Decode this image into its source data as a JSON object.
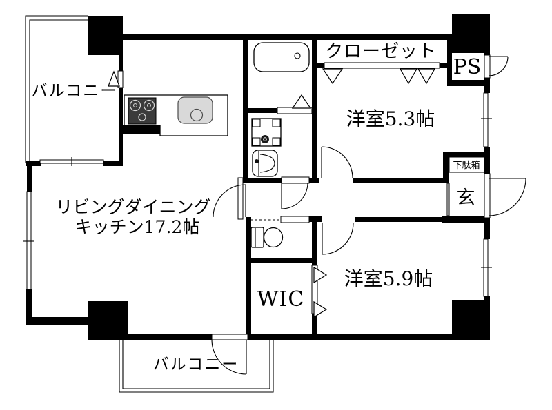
{
  "floorplan": {
    "labels": {
      "balcony_top": "バルコニー",
      "closet": "クローゼット",
      "ps": "PS",
      "bedroom_a": "洋室5.3帖",
      "ldk_line1": "リビングダイニング",
      "ldk_line2": "キッチン17.2帖",
      "shoe_cabinet": "下駄箱",
      "entrance": "玄",
      "bedroom_b": "洋室5.9帖",
      "wic": "WIC",
      "balcony_bottom": "バルコニー"
    },
    "areas": {
      "ldk_jo": "17.2帖",
      "bedroom_a_jo": "5.3帖",
      "bedroom_b_jo": "5.9帖"
    },
    "colors": {
      "wall": "#000000",
      "background": "#ffffff",
      "fixture_gray": "#d9d9d9",
      "stove_dark": "#3b3b3b"
    }
  }
}
